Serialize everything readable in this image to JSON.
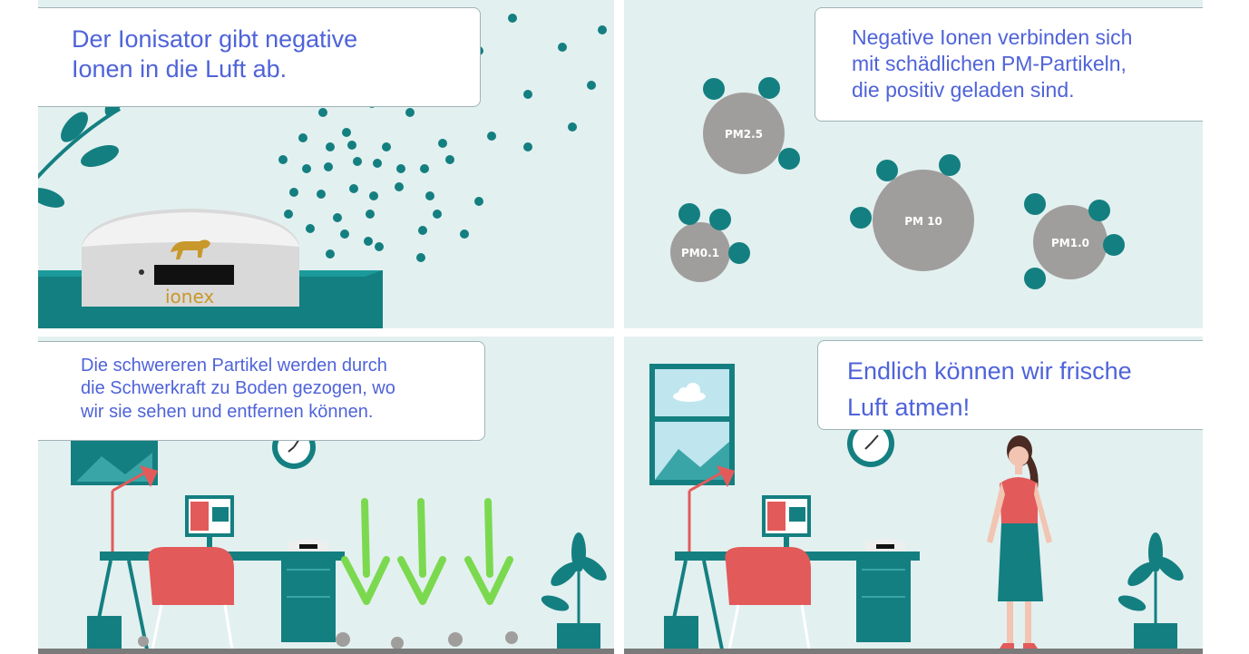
{
  "panels": [
    {
      "caption_lines": [
        "Der Ionisator gibt negative",
        "Ionen in die Luft ab."
      ],
      "device_brand": "ionex",
      "device_logo_icon": "tiger-icon"
    },
    {
      "caption_lines": [
        "Negative Ionen verbinden sich",
        "mit schädlichen PM-Partikeln,",
        "die positiv geladen sind."
      ],
      "particles": [
        {
          "label": "PM2.5"
        },
        {
          "label": "PM 10"
        },
        {
          "label": "PM0.1"
        },
        {
          "label": "PM1.0"
        }
      ]
    },
    {
      "caption_lines": [
        "Die schwereren Partikel werden durch",
        "die Schwerkraft zu Boden gezogen, wo",
        "wir sie sehen und entfernen können."
      ],
      "arrow_icon": "arrow-down-icon"
    },
    {
      "caption_lines": [
        "Endlich können wir frische",
        "Luft atmen!"
      ]
    }
  ],
  "colors": {
    "panel_bg": "#e3f0f0",
    "teal": "#147f80",
    "caption_text": "#4f63d9",
    "particle_gray": "#a09e9c",
    "arrow_green": "#7bd94f",
    "chair_red": "#e35a5a"
  }
}
